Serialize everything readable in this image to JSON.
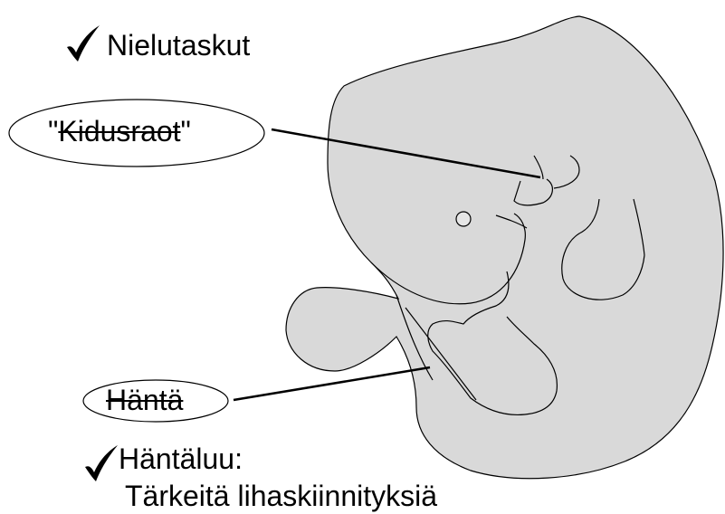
{
  "labels": {
    "pharyngeal_pouches": "Nielutaskut",
    "gill_slits_quote_open": "\"",
    "gill_slits": "Kidusraot",
    "gill_slits_quote_close": "\"",
    "tail": "Häntä",
    "tailbone_title": "Häntäluu:",
    "tailbone_desc": "Tärkeitä lihaskiinnityksiä"
  },
  "icons": {
    "check_1": "check-icon",
    "check_2": "check-icon"
  },
  "colors": {
    "embryo_fill": "#d9d9d9",
    "stroke": "#000000",
    "background": "#ffffff"
  }
}
